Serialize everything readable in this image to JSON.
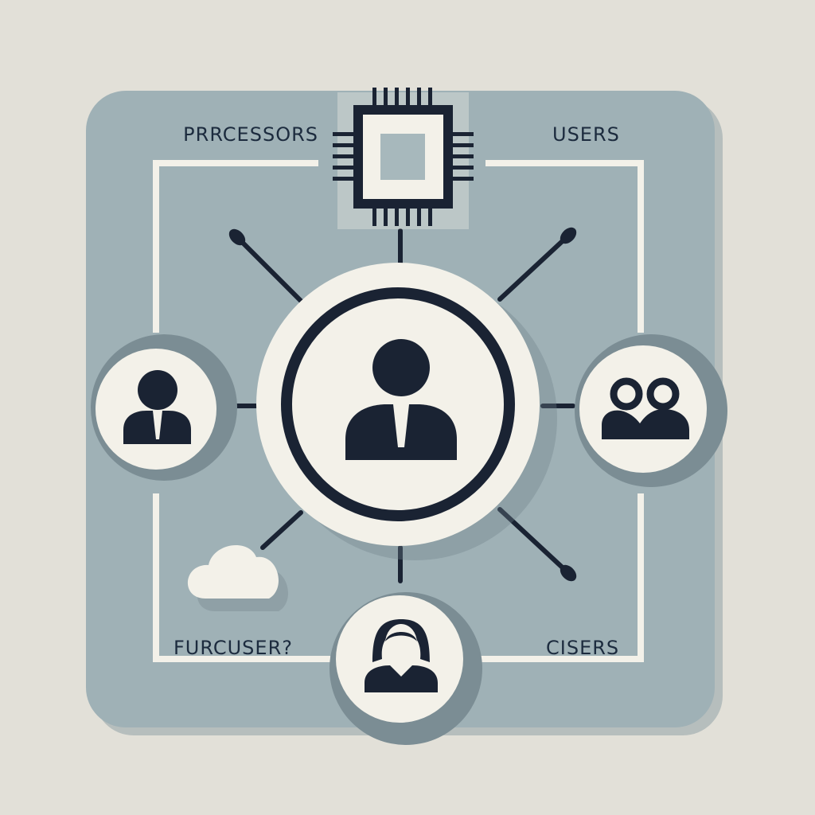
{
  "labels": {
    "top_left": "PRRCESSORS",
    "top_right": "USERS",
    "bottom_left": "FURCUSER?",
    "bottom_right": "CISERS"
  },
  "colors": {
    "page_background": "#e2e0d8",
    "panel": "#9fb1b6",
    "panel_shadow": "#8a9ca2",
    "node_fill": "#f3f1e9",
    "node_ring": "#8c9da3",
    "ink": "#1a2333",
    "connector": "#f3f1e9"
  },
  "nodes": {
    "center": "person-icon",
    "left": "person-icon",
    "right": "user-group-icon",
    "bottom": "female-user-icon",
    "top": "processor-chip-icon",
    "cloud": "cloud-icon"
  }
}
